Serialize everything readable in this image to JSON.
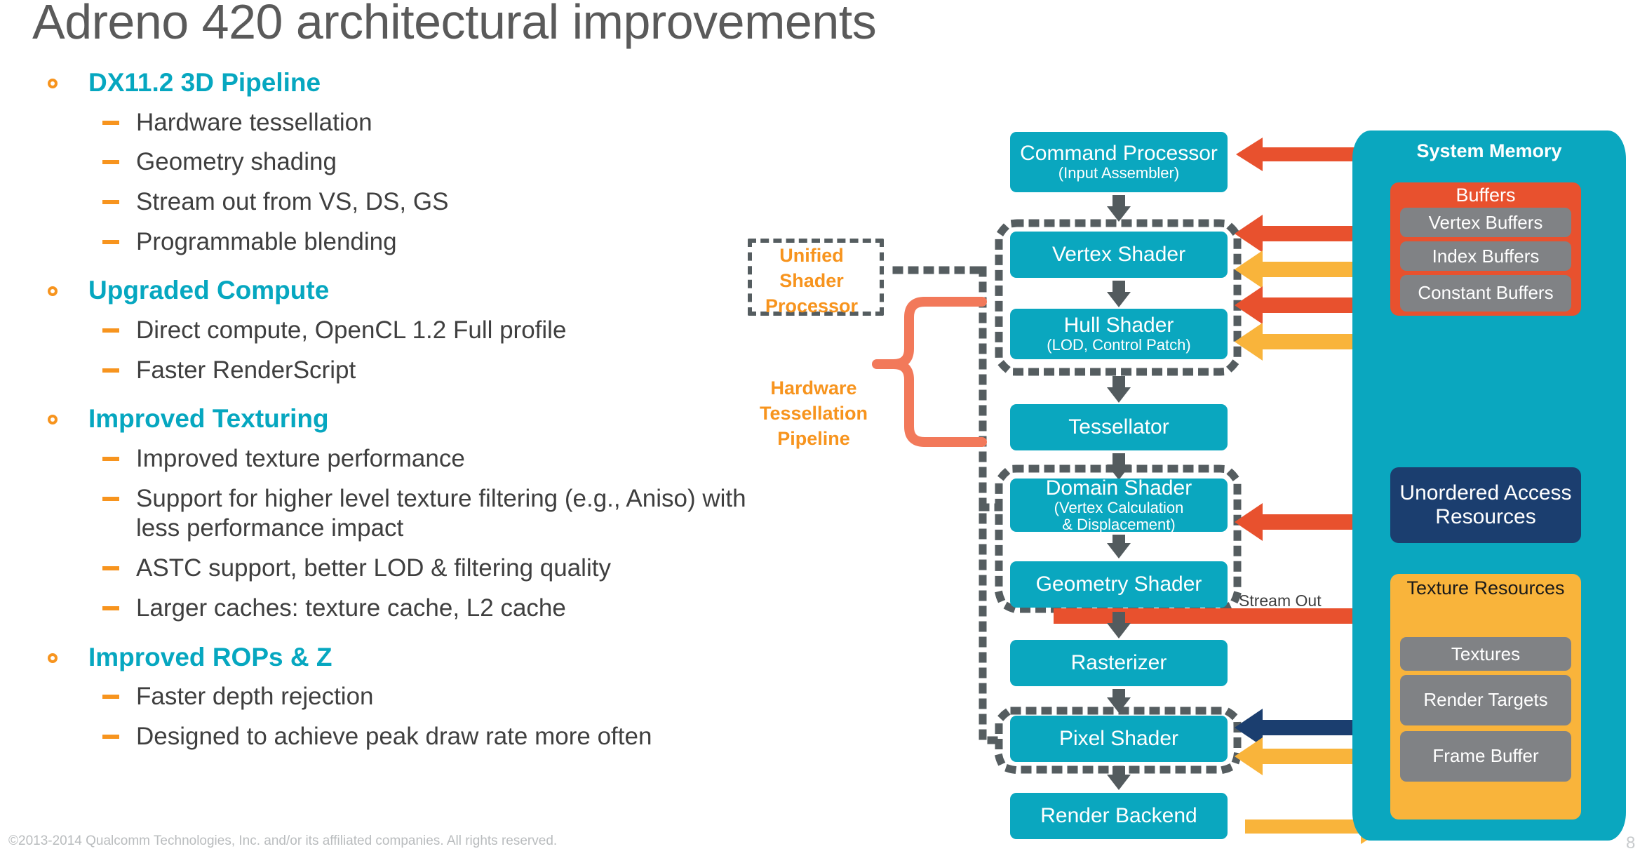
{
  "slide": {
    "title": "Adreno 420 architectural improvements",
    "footer": "©2013-2014 Qualcomm Technologies, Inc. and/or its affiliated companies.  All rights reserved.",
    "page_number": "8"
  },
  "colors": {
    "teal": "#0AA7BF",
    "orange_bullet": "#F7941E",
    "orange_red": "#E8512E",
    "navy": "#1B3E6F",
    "yellow": "#F9B43B",
    "grey_chip": "#808285",
    "grey_arrow": "#535b5e",
    "title_grey": "#5a5a5a"
  },
  "bullets": [
    {
      "label": "DX11.2 3D Pipeline",
      "sub": [
        "Hardware tessellation",
        "Geometry shading",
        "Stream out from VS, DS, GS",
        "Programmable blending"
      ]
    },
    {
      "label": "Upgraded Compute",
      "sub": [
        "Direct compute, OpenCL 1.2 Full profile",
        "Faster RenderScript"
      ]
    },
    {
      "label": "Improved Texturing",
      "sub": [
        "Improved texture performance",
        "Support for higher level texture filtering (e.g., Aniso) with less performance impact",
        "ASTC support, better LOD & filtering quality",
        "Larger caches: texture cache, L2 cache"
      ]
    },
    {
      "label": "Improved ROPs & Z",
      "sub": [
        "Faster depth rejection",
        "Designed to achieve peak draw rate more often"
      ]
    }
  ],
  "diagram": {
    "pipeline": [
      {
        "title": "Command Processor",
        "sub": "(Input Assembler)"
      },
      {
        "title": "Vertex Shader",
        "sub": ""
      },
      {
        "title": "Hull Shader",
        "sub": "(LOD, Control Patch)"
      },
      {
        "title": "Tessellator",
        "sub": ""
      },
      {
        "title": "Domain Shader",
        "sub": "(Vertex Calculation\n& Displacement)"
      },
      {
        "title": "Geometry Shader",
        "sub": ""
      },
      {
        "title": "Rasterizer",
        "sub": ""
      },
      {
        "title": "Pixel Shader",
        "sub": ""
      },
      {
        "title": "Render Backend",
        "sub": ""
      }
    ],
    "labels": {
      "unified_shader_processor": "Unified\nShader\nProcessor",
      "hardware_tessellation_pipeline": "Hardware\nTessellation\nPipeline",
      "stream_out": "Stream Out"
    },
    "system_memory": {
      "title": "System Memory",
      "groups": [
        {
          "name": "Buffers",
          "color": "#E8512E",
          "text_color": "#ffffff",
          "items": [
            "Vertex Buffers",
            "Index Buffers",
            "Constant Buffers"
          ]
        },
        {
          "name": "Unordered Access Resources",
          "color": "#1B3E6F",
          "text_color": "#ffffff",
          "items": []
        },
        {
          "name": "Texture Resources",
          "color": "#F9B43B",
          "text_color": "#1a1a1a",
          "items": [
            "Textures",
            "Render Targets",
            "Frame Buffer"
          ]
        }
      ]
    }
  }
}
